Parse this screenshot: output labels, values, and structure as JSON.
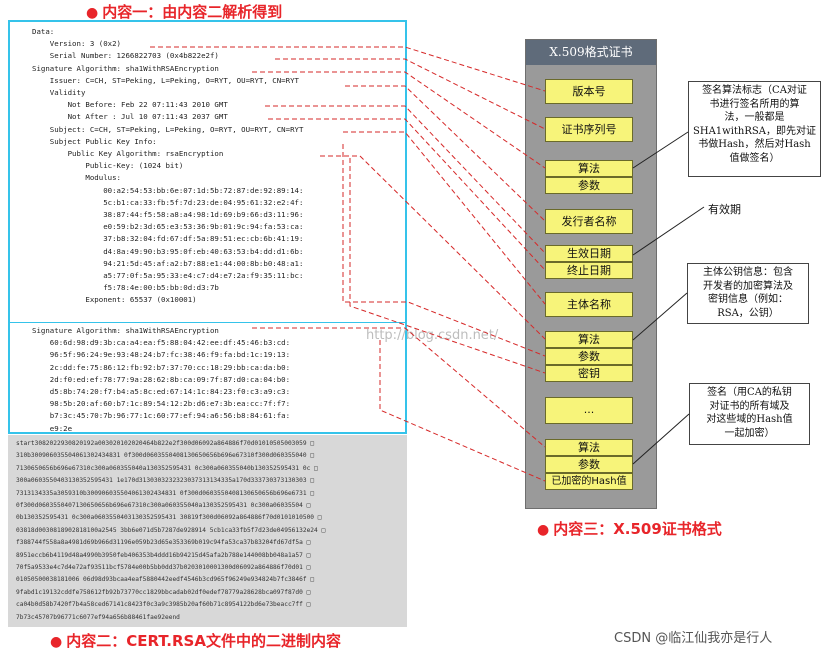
{
  "headings": {
    "one": "内容一：由内容二解析得到",
    "two": "内容二：CERT.RSA文件中的二进制内容",
    "three": "内容三：X.509证书格式"
  },
  "cert_lines": [
    "Data:",
    "    Version: 3 (0x2)",
    "    Serial Number: 1266822703 (0x4b822e2f)",
    "Signature Algorithm: sha1WithRSAEncryption",
    "    Issuer: C=CH, ST=Peking, L=Peking, O=RYT, OU=RYT, CN=RYT",
    "    Validity",
    "        Not Before: Feb 22 07:11:43 2010 GMT",
    "        Not After : Jul 10 07:11:43 2037 GMT",
    "    Subject: C=CH, ST=Peking, L=Peking, O=RYT, OU=RYT, CN=RYT",
    "    Subject Public Key Info:",
    "        Public Key Algorithm: rsaEncryption",
    "            Public-Key: (1024 bit)",
    "            Modulus:",
    "                00:a2:54:53:bb:6e:07:1d:5b:72:87:de:92:89:14:",
    "                5c:b1:ca:33:fb:5f:7d:23:de:04:95:61:32:e2:4f:",
    "                38:87:44:f5:58:a8:a4:98:1d:69:b9:66:d3:11:96:",
    "                e0:59:b2:3d:65:e3:53:36:9b:01:9c:94:fa:53:ca:",
    "                37:b8:32:04:fd:67:df:5a:89:51:ec:cb:6b:41:19:",
    "                d4:8a:49:90:b3:95:0f:eb:40:63:53:b4:dd:d1:6b:",
    "                94:21:5d:45:af:a2:b7:88:e1:44:00:8b:b0:48:a1:",
    "                a5:77:0f:5a:95:33:e4:c7:d4:e7:2a:f9:35:11:bc:",
    "                f5:78:4e:00:b5:bb:0d:d3:7b",
    "            Exponent: 65537 (0x10001)",
    "Signature Algorithm: sha1WithRSAEncryption",
    "    60:6d:98:d9:3b:ca:a4:ea:f5:88:04:42:ee:df:45:46:b3:cd:",
    "    96:5f:96:24:9e:93:48:24:b7:fc:38:46:f9:fa:bd:1c:19:13:",
    "    2c:dd:fe:75:86:12:fb:92:b7:37:70:cc:18:29:bb:ca:da:b0:",
    "    2d:f0:ed:ef:78:77:9a:28:62:8b:ca:09:7f:87:d0:ca:04:b0:",
    "    d5:8b:74:20:f7:b4:a5:8c:ed:67:14:1c:84:23:f0:c3:a9:c3:",
    "    98:5b:20:af:60:b7:1c:89:54:12:2b:d6:e7:3b:ea:cc:7f:f7:",
    "    b7:3c:45:70:7b:96:77:1c:60:77:ef:94:a6:56:b8:84:61:fa:",
    "    e9:2e"
  ],
  "watermark": "http://blog.csdn.net/",
  "hex_lines": [
    "start3082022930820192a003020102020464b822e2f300d06092a864886f70d01010505003059 □",
    "310b300906035504061302434831 0f300d0603550408130650656b696e67310f300d060355040 □",
    "7130650656b696e67310c300a060355040a130352595431 0c300a060355040b130352595431 0c □",
    "300a0603550403130352595431 1e170d3130303232323037313134335a170d333730373130303 □",
    "7313134335a3059310b300906035504061302434831 0f300d0603550408130650656b696e6731 □",
    "0f300d0603550407130650656b696e67310c300a060355040a130352595431 0c300a06035504 □",
    "0b130352595431 0c300a0603550403130352595431 30819f300d06092a864886f70d0101010500 □",
    "03818d0030818902818100a2545 3bb6e071d5b7287de928914 5cb1ca33fb5f7d23de04956132e24 □",
    "f388744f558a8a4981d69b966d31196e059b23d65e353369b019c94fa53ca37b83204fd67df5a □",
    "8951eccb6b4119d48a4990b3950feb406353b4ddd16b94215d45afa2b788e144008bb048a1a57 □",
    "70f5a9533e4c7d4e72af93511bcf5784e00b5bb0dd37b0203010001300d06092a864886f70d01 □",
    "01050500038181006 06d98d93bcaa4eaf5880442eedf4546b3cd965f96249e934824b7fc3846f □",
    "9fabd1c19132cddfe758612fb92b73770cc1829bbcadab02df0edef78779a28628bca097f87d0 □",
    "ca04b0d58b7420f7b4a58ced67141c8423f0c3a9c3985b20af60b71c8954122bd6e73beacc7ff □",
    "7b73c45707b96771c6077ef94a656b88461fae92eend"
  ],
  "structure": {
    "title": "X.509格式证书",
    "fields": {
      "version": "版本号",
      "serial": "证书序列号",
      "algorithm": "算法",
      "params": "参数",
      "issuer": "发行者名称",
      "not_before": "生效日期",
      "not_after": "终止日期",
      "subject": "主体名称",
      "pk_algorithm": "算法",
      "pk_params": "参数",
      "pk_key": "密钥",
      "ellipsis": "...",
      "sig_algorithm": "算法",
      "sig_params": "参数",
      "sig_hash": "已加密的Hash值"
    }
  },
  "notes": {
    "sig_alg": [
      "签名算法标志（CA对证",
      "书进行签名所用的算",
      "法，一般都是",
      "SHA1withRSA，即先对证",
      "书做Hash，然后对Hash",
      "值做签名）"
    ],
    "validity": "有效期",
    "pubkey": [
      "主体公钥信息：包含",
      "开发者的加密算法及",
      "密钥信息（例如：",
      "RSA，公钥）"
    ],
    "signature": [
      "签名（用CA的私钥",
      "对证书的所有域及",
      "对这些域的Hash值",
      "一起加密）"
    ]
  },
  "footer": "CSDN @临江仙我亦是行人"
}
